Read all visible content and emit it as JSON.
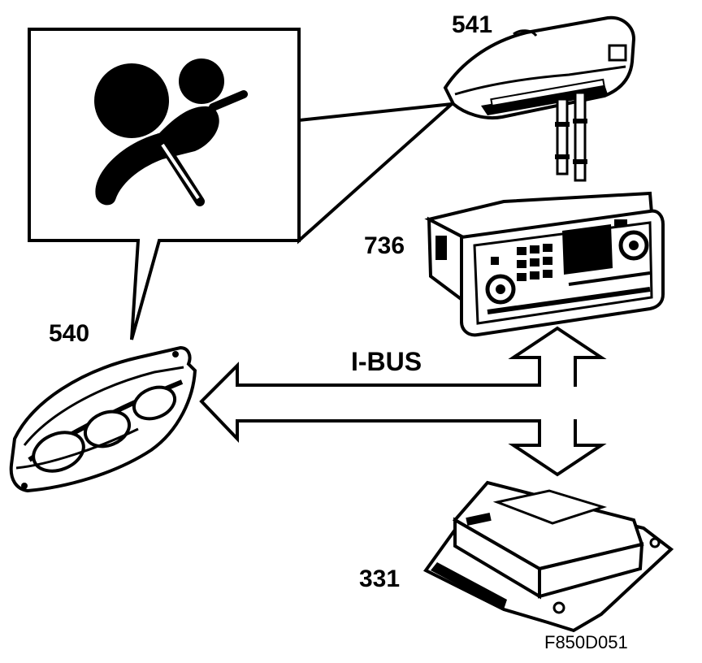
{
  "labels": {
    "airbag_indicator": "541",
    "radio_unit": "736",
    "instrument_cluster": "540",
    "control_module": "331",
    "bus": "I-BUS",
    "figure_ref": "F850D051"
  },
  "icons": {
    "callout_symbol": "airbag-warning-icon"
  },
  "colors": {
    "ink": "#000000",
    "paper": "#ffffff"
  }
}
